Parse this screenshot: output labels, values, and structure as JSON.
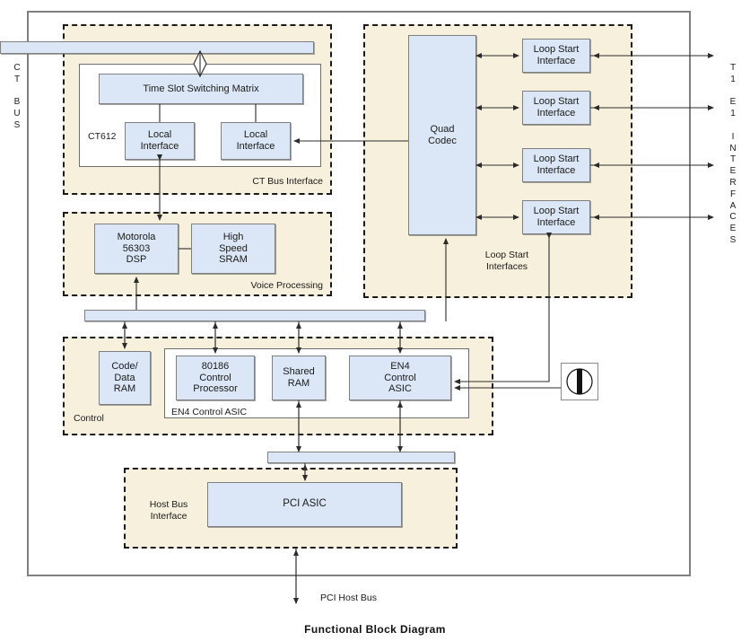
{
  "figure": {
    "caption": "Functional Block Diagram",
    "edge_labels": {
      "left": "C\nT\n\nB\nU\nS",
      "right": "T\n1\n\nE\n1\n\nI\nN\nT\nE\nR\nF\nA\nC\nE\nS"
    },
    "bottom_bus_label": "PCI Host Bus"
  },
  "colors": {
    "block_fill": "#dbe7f6",
    "block_stroke": "#808080",
    "region_fill": "#f7f0dd",
    "region_stroke": "#1a1a1a",
    "wire": "#2b2b2b",
    "frame": "#808080",
    "text": "#1a1a1a"
  },
  "regions": [
    {
      "id": "ct-bus-interface",
      "label": "CT Bus Interface"
    },
    {
      "id": "voice-processing",
      "label": "Voice Processing"
    },
    {
      "id": "control",
      "label": "Control"
    },
    {
      "id": "host-bus-interface",
      "label": "Host Bus\nInterface"
    },
    {
      "id": "loop-start-interfaces",
      "label": "Loop Start\nInterfaces"
    }
  ],
  "inner_groups": [
    {
      "id": "ct612",
      "label": "CT612"
    },
    {
      "id": "en4-control-asic",
      "label": "EN4 Control ASIC"
    }
  ],
  "blocks": {
    "time_slot_switching_matrix": "Time Slot Switching Matrix",
    "local_interface_a": "Local\nInterface",
    "local_interface_b": "Local\nInterface",
    "motorola_dsp": "Motorola\n56303\nDSP",
    "high_speed_sram": "High\nSpeed\nSRAM",
    "code_data_ram": "Code/\nData\nRAM",
    "control_processor": "80186\nControl\nProcessor",
    "shared_ram": "Shared\nRAM",
    "en4_control_asic": "EN4\nControl\nASIC",
    "pci_asic": "PCI ASIC",
    "quad_codec": "Quad\nCodec"
  },
  "loop_start_interfaces": [
    {
      "label": "Loop Start\nInterface"
    },
    {
      "label": "Loop Start\nInterface"
    },
    {
      "label": "Loop Start\nInterface"
    },
    {
      "label": "Loop Start\nInterface"
    }
  ],
  "icons": {
    "connector_jack": "connector-jack-icon",
    "ct_bus_coupler": "diamond-coupler-icon"
  }
}
